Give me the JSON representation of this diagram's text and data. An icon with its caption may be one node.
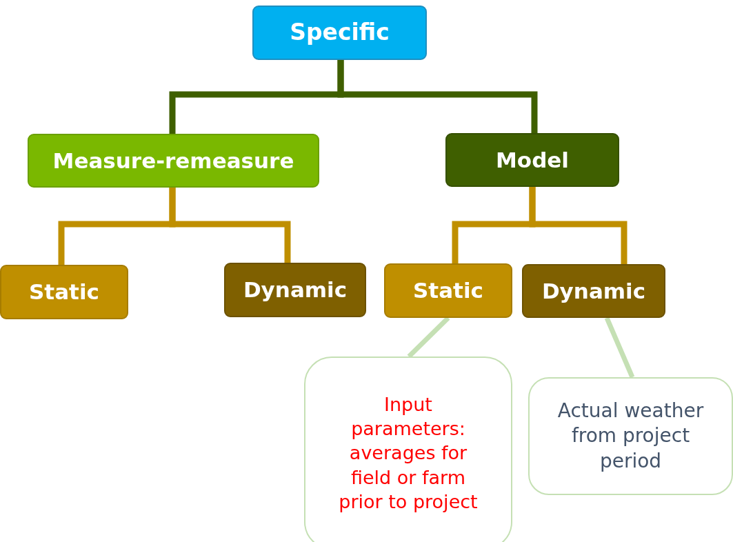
{
  "diagram": {
    "nodes": [
      {
        "text": [
          "Specific"
        ]
      },
      {
        "text": [
          "Measure-remeasure"
        ]
      },
      {
        "text": [
          "Model"
        ]
      },
      {
        "text": [
          "Static"
        ]
      },
      {
        "text": [
          "Dynamic"
        ]
      },
      {
        "text": [
          "Static"
        ]
      },
      {
        "text": [
          "Dynamic"
        ]
      },
      {
        "text": [
          "Input parameters: averages for field or farm prior to project"
        ]
      },
      {
        "text": [
          "Actual weather from project period"
        ]
      }
    ],
    "edges": [
      {
        "from": 0,
        "to": 1,
        "arrow": "none",
        "color": "#3f5f00"
      },
      {
        "from": 0,
        "to": 2,
        "arrow": "none",
        "color": "#3f5f00"
      },
      {
        "from": 1,
        "to": 3,
        "arrow": "none",
        "color": "#bf8f00"
      },
      {
        "from": 1,
        "to": 4,
        "arrow": "none",
        "color": "#bf8f00"
      },
      {
        "from": 2,
        "to": 5,
        "arrow": "none",
        "color": "#bf8f00"
      },
      {
        "from": 2,
        "to": 6,
        "arrow": "none",
        "color": "#bf8f00"
      },
      {
        "from": 7,
        "to": 5,
        "arrow": "none",
        "color": "#c5e0b4"
      },
      {
        "from": 8,
        "to": 6,
        "arrow": "none",
        "color": "#c5e0b4"
      }
    ]
  }
}
